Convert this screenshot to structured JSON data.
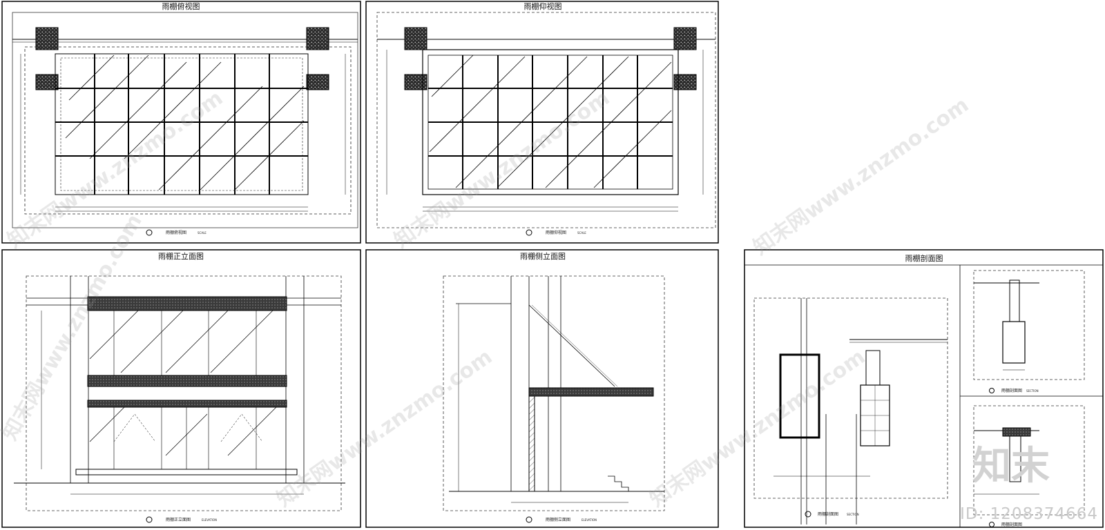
{
  "panels": {
    "plan_top": {
      "title": "雨棚俯视图",
      "caption": "雨棚俯视图",
      "scale": "SCALE"
    },
    "plan_bottom": {
      "title": "雨棚仰视图",
      "caption": "雨棚仰视图",
      "scale": "SCALE"
    },
    "front_elevation": {
      "title": "雨棚正立面图",
      "caption": "雨棚正立面图",
      "scale": "ELEVATION"
    },
    "side_elevation": {
      "title": "雨棚侧立面图",
      "caption": "雨棚侧立面图",
      "scale": "ELEVATION"
    },
    "section": {
      "title": "雨棚剖面图",
      "caption": "雨棚剖面图",
      "scale": "SECTION",
      "detail1_caption": "雨棚剖面图",
      "detail2_caption": "雨棚剖面图"
    }
  },
  "watermark": {
    "text": "知末网www.znzmo.com",
    "logo": "知末"
  },
  "image_id": "ID: 1208374664"
}
